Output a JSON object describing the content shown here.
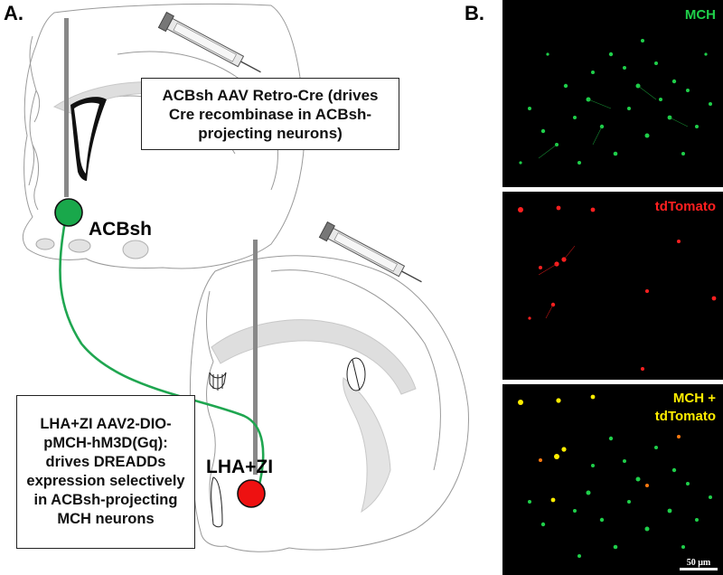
{
  "panel_a": {
    "letter": "A.",
    "box_top": "ACBsh AAV Retro-Cre (drives Cre recombinase in ACBsh-projecting neurons)",
    "box_bottom": "LHA+ZI AAV2-DIO-pMCH-hM3D(Gq): drives DREADDs expression selectively in ACBsh-projecting MCH neurons",
    "site_acbsh": "ACBsh",
    "site_lhazi": "LHA+ZI",
    "colors": {
      "acbsh_dot": "#19a84b",
      "lhazi_dot": "#ee1111",
      "projection_line": "#1fa650"
    }
  },
  "panel_b": {
    "letter": "B.",
    "top_label": "MCH",
    "middle_label": "tdTomato",
    "bottom_label": "MCH + tdTomato",
    "scale_bar": "50 μm",
    "colors": {
      "mch": "#1fcf4a",
      "tdtomato": "#ff2020",
      "merge": "#ffee00"
    }
  }
}
